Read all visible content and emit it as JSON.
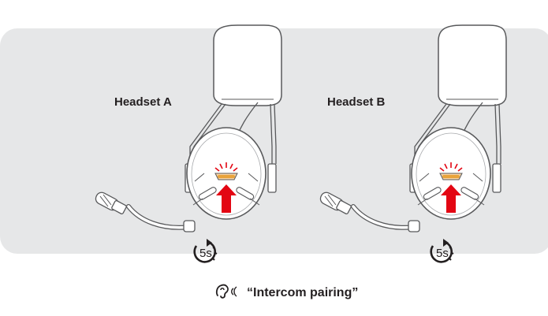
{
  "headsets": [
    {
      "label": "Headset A"
    },
    {
      "label": "Headset B"
    }
  ],
  "hold_timer": {
    "text": "5s"
  },
  "voice_prompt": {
    "text": "“Intercom pairing”",
    "icon": "ear-sound-icon"
  },
  "colors": {
    "panel": "#e6e7e8",
    "button_accent": "#e8a33b",
    "arrow": "#e30613",
    "outline": "#58595b"
  }
}
